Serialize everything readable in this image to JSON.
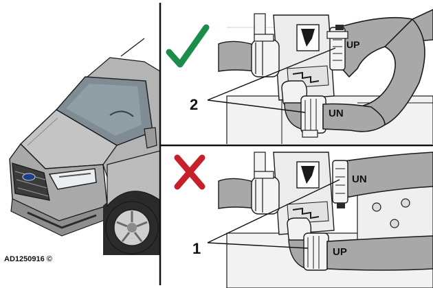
{
  "figure": {
    "reference_code": "AD1250916 ©",
    "panels": [
      {
        "verdict": "correct",
        "mark_icon": "check-mark-icon",
        "mark_color": "#1b8c4a",
        "callout": "2",
        "upper_hose_label": "UP",
        "lower_hose_label": "UN"
      },
      {
        "verdict": "incorrect",
        "mark_icon": "cross-mark-icon",
        "mark_color": "#c8202a",
        "callout": "1",
        "upper_hose_label": "UN",
        "lower_hose_label": "UP"
      }
    ]
  },
  "colors": {
    "hose": "#a8a8a8",
    "body_panel": "#e9e9e9",
    "van_body": "#b4b4b4",
    "outline": "#1a1a1a"
  }
}
